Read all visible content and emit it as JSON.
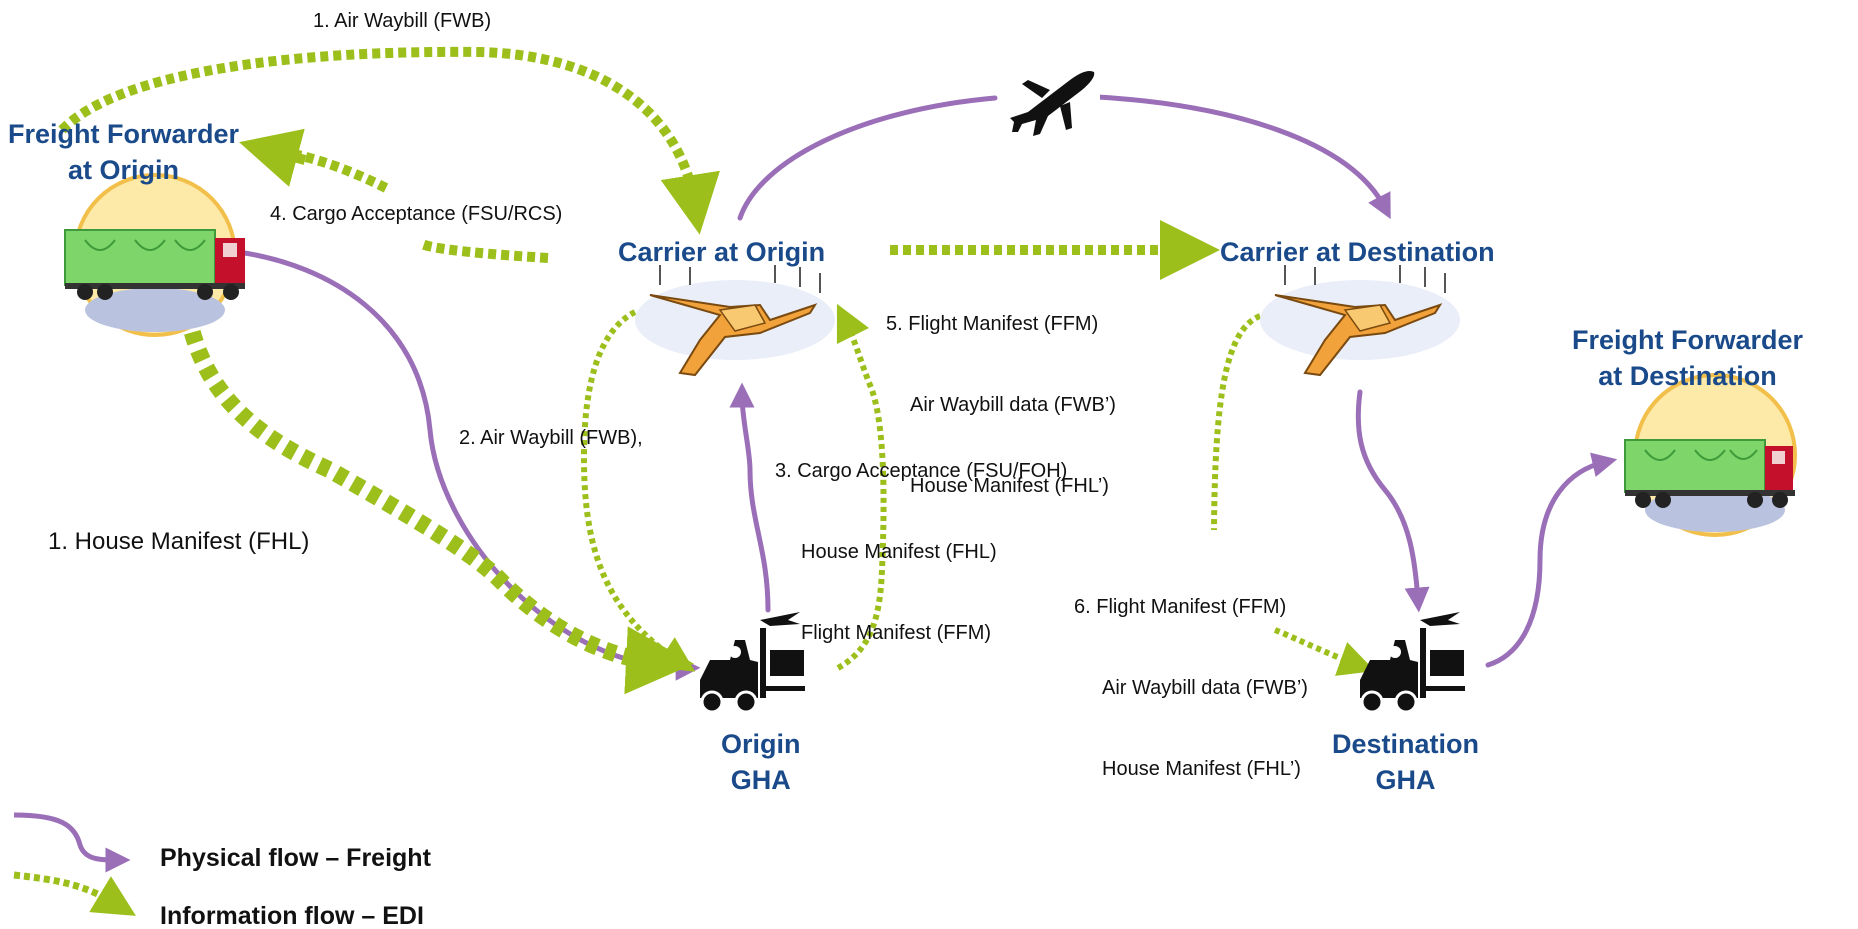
{
  "diagram": {
    "colors": {
      "physical_flow": "#9a6fb8",
      "information_flow": "#9cbf1c",
      "node_title": "#1a4a8a",
      "truck_cargo": "#7ed66a",
      "truck_cab": "#c4102a",
      "halo": "#f2c04a"
    },
    "nodes": {
      "freight_forwarder_origin": {
        "title_line1": "Freight Forwarder",
        "title_line2": "at Origin",
        "icon": "truck-icon"
      },
      "carrier_origin": {
        "title": "Carrier at Origin",
        "icon": "airport-icon"
      },
      "carrier_destination": {
        "title": "Carrier at Destination",
        "icon": "airport-icon"
      },
      "freight_forwarder_destination": {
        "title_line1": "Freight Forwarder",
        "title_line2": "at Destination",
        "icon": "truck-icon"
      },
      "origin_gha": {
        "title_line1": "Origin",
        "title_line2": "GHA",
        "icon": "forklift-icon"
      },
      "destination_gha": {
        "title_line1": "Destination",
        "title_line2": "GHA",
        "icon": "forklift-icon"
      },
      "flight": {
        "icon": "airplane-icon"
      }
    },
    "labels": {
      "air_waybill_top": "1. Air Waybill (FWB)",
      "cargo_acceptance_rcs": "4. Cargo Acceptance (FSU/RCS)",
      "flight_manifest_5": [
        "5. Flight Manifest (FFM)",
        "Air Waybill data (FWB’)",
        "House Manifest (FHL’)"
      ],
      "air_waybill_2": "2. Air Waybill (FWB),",
      "cargo_acceptance_3": [
        "3. Cargo Acceptance (FSU/FOH)",
        "House Manifest (FHL)",
        "Flight Manifest (FFM)"
      ],
      "house_manifest_1": "1. House Manifest (FHL)",
      "flight_manifest_6": [
        "6. Flight Manifest (FFM)",
        "Air Waybill data (FWB’)",
        "House Manifest (FHL’)"
      ]
    },
    "legend": {
      "physical": "Physical flow – Freight",
      "information": "Information flow – EDI"
    }
  }
}
